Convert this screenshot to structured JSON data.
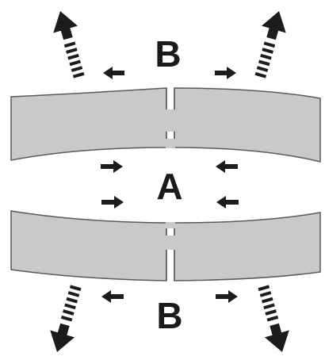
{
  "labels": {
    "top": "B",
    "middle": "A",
    "bottom": "B"
  },
  "colors": {
    "plate_fill": "#c9c9c9",
    "plate_stroke": "#5a5a5a",
    "arrow": "#1c1c1c",
    "background": "#ffffff"
  },
  "icons": {
    "small_arrow": "arrow-icon",
    "striped_arrow": "striped-arrow-icon"
  }
}
